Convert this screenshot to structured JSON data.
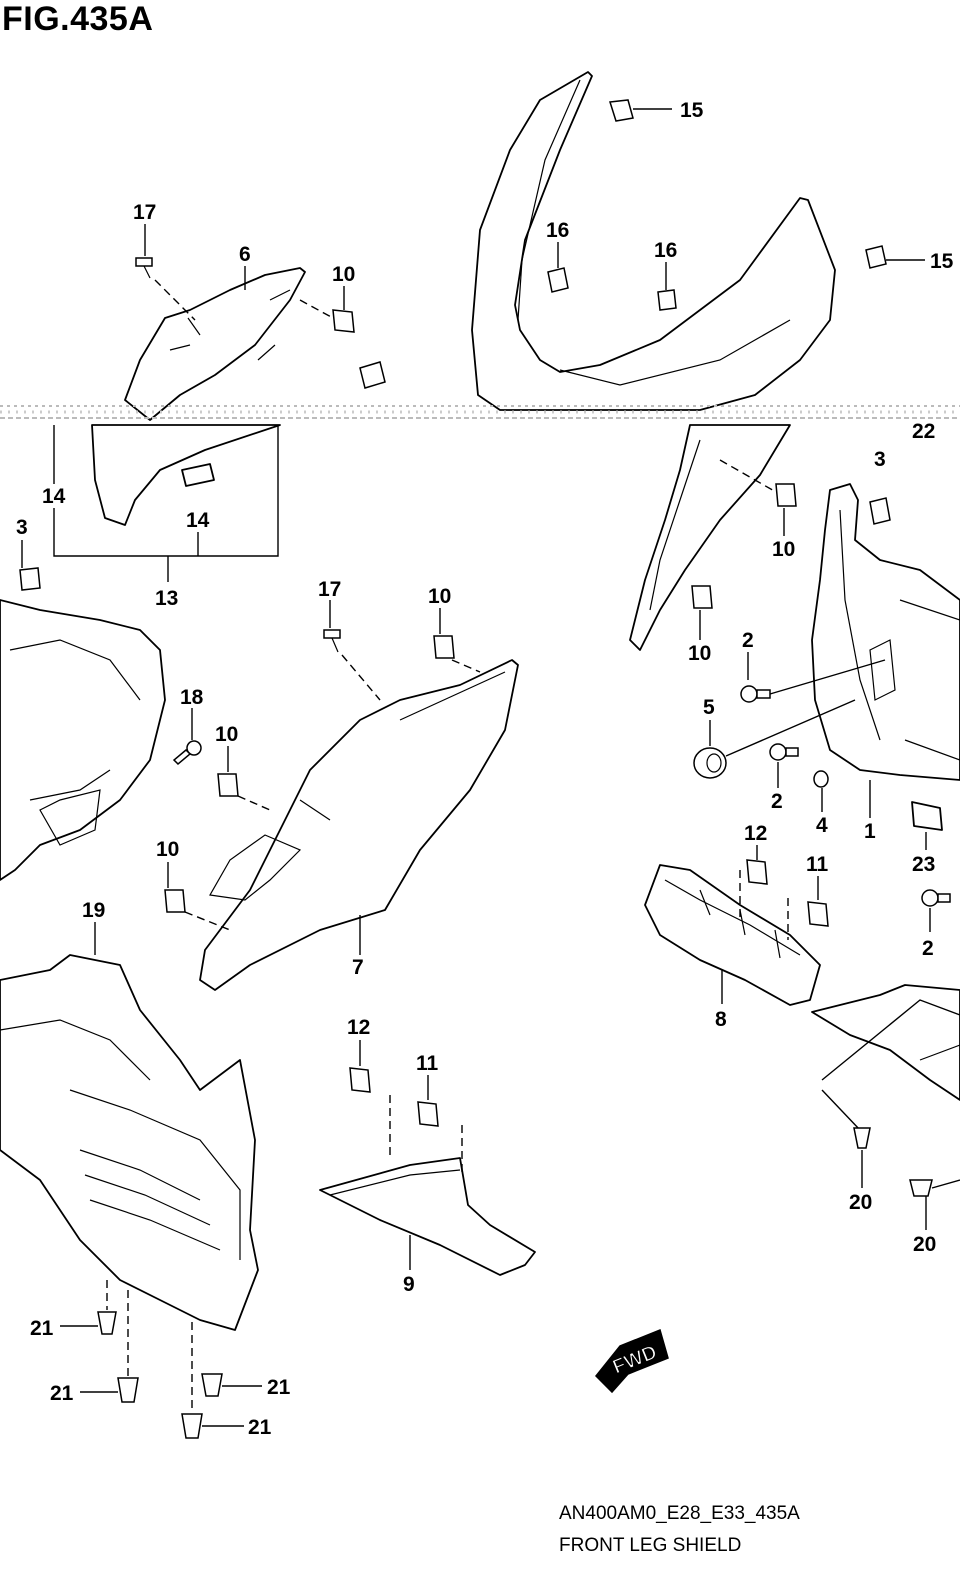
{
  "figure": {
    "title": "FIG.435A",
    "code": "AN400AM0_E28_E33_435A",
    "name": "FRONT LEG SHIELD",
    "direction_label": "FWD"
  },
  "callouts": {
    "c1": "1",
    "c2a": "2",
    "c2b": "2",
    "c2c": "2",
    "c3a": "3",
    "c3b": "3",
    "c4": "4",
    "c5": "5",
    "c6": "6",
    "c7": "7",
    "c8": "8",
    "c9": "9",
    "c10a": "10",
    "c10b": "10",
    "c10c": "10",
    "c10d": "10",
    "c10e": "10",
    "c10f": "10",
    "c11a": "11",
    "c11b": "11",
    "c12a": "12",
    "c12b": "12",
    "c13": "13",
    "c14a": "14",
    "c14b": "14",
    "c15a": "15",
    "c15b": "15",
    "c16a": "16",
    "c16b": "16",
    "c17a": "17",
    "c17b": "17",
    "c18": "18",
    "c19": "19",
    "c20a": "20",
    "c20b": "20",
    "c21a": "21",
    "c21b": "21",
    "c21c": "21",
    "c21d": "21",
    "c22": "22",
    "c23": "23"
  }
}
